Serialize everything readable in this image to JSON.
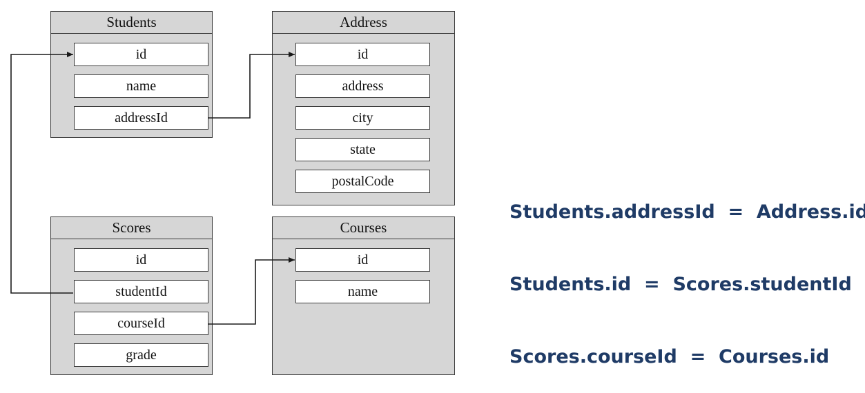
{
  "tables": {
    "students": {
      "title": "Students",
      "fields": [
        "id",
        "name",
        "addressId"
      ]
    },
    "address": {
      "title": "Address",
      "fields": [
        "id",
        "address",
        "city",
        "state",
        "postalCode"
      ]
    },
    "scores": {
      "title": "Scores",
      "fields": [
        "id",
        "studentId",
        "courseId",
        "grade"
      ]
    },
    "courses": {
      "title": "Courses",
      "fields": [
        "id",
        "name"
      ]
    }
  },
  "relations": [
    "Students.addressId  =  Address.id",
    "Students.id  =  Scores.studentId",
    "Scores.courseId  =  Courses.id"
  ],
  "colors": {
    "table_fill": "#d6d6d6",
    "border": "#3a3a3a",
    "relation_text": "#1f3b66"
  }
}
